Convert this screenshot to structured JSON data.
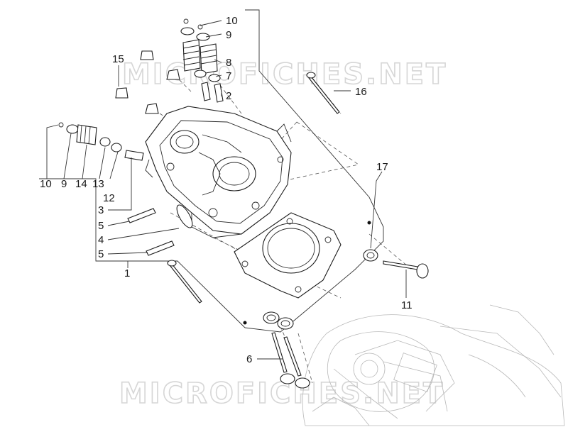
{
  "watermark": {
    "top": "MICROFICHES.NET",
    "bottom": "MICROFICHES.NET"
  },
  "callouts": {
    "c10a": "10",
    "c9a": "9",
    "c8": "8",
    "c7": "7",
    "c2": "2",
    "c15": "15",
    "c16": "16",
    "c10b": "10",
    "c9b": "9",
    "c14": "14",
    "c13": "13",
    "c12": "12",
    "c3": "3",
    "c5a": "5",
    "c4": "4",
    "c5b": "5",
    "c1": "1",
    "c17": "17",
    "c11": "11",
    "c6": "6"
  },
  "colors": {
    "line": "#1c1c1c",
    "watermark": "#d6d6d6",
    "background": "#ffffff"
  }
}
